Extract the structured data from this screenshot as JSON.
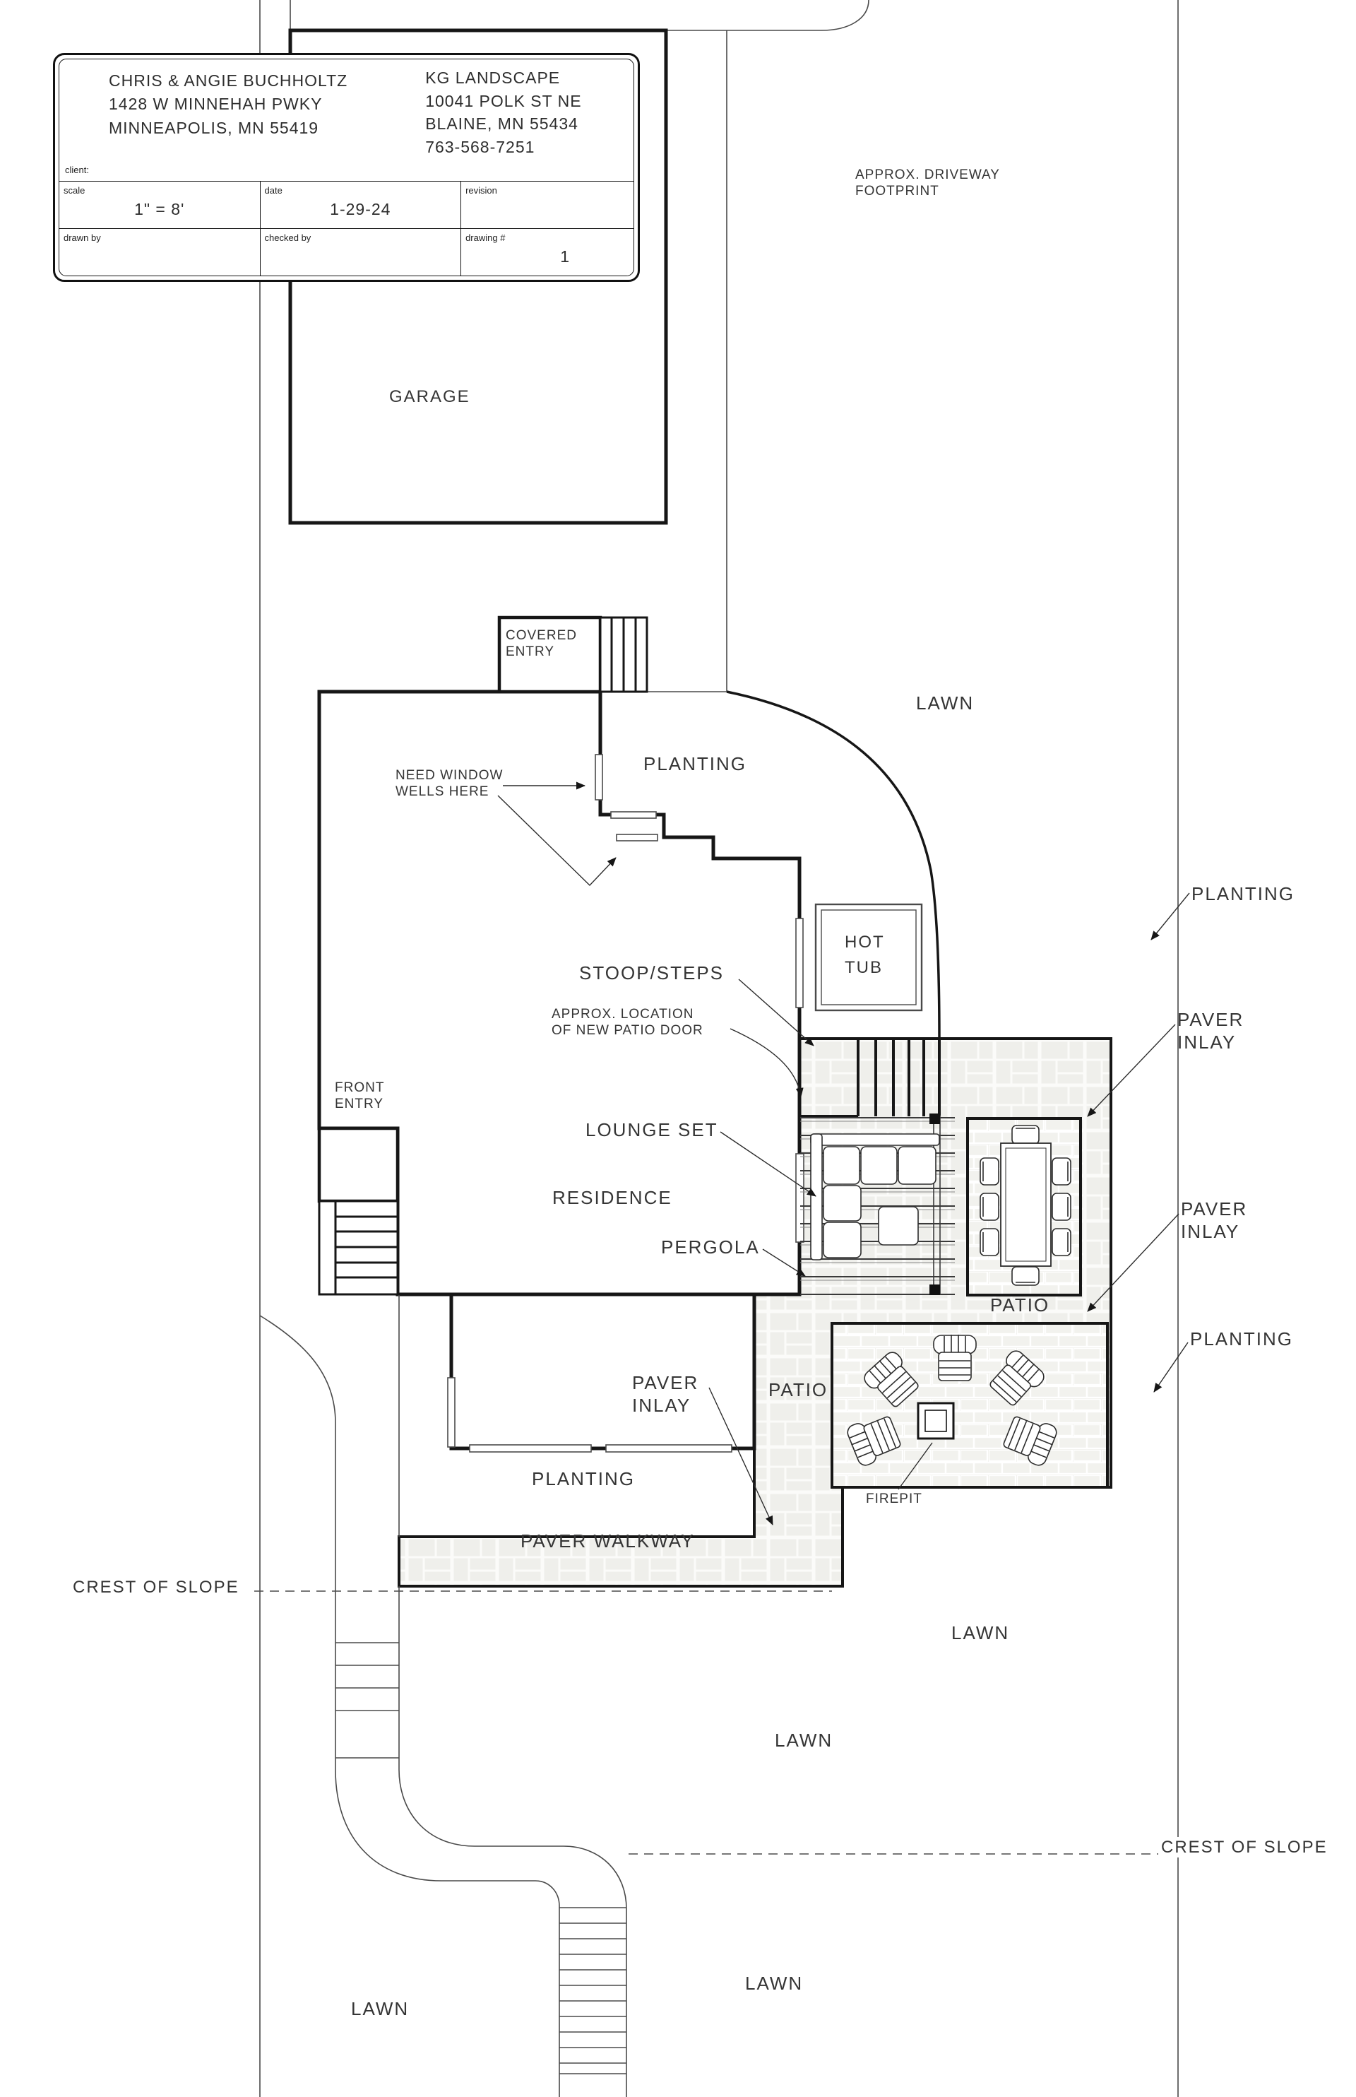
{
  "title_block": {
    "client_tag": "client:",
    "client_lines": "CHRIS & ANGIE BUCHHOLTZ\n1428 W MINNEHAH PWKY\nMINNEAPOLIS, MN 55419",
    "firm_lines": "KG LANDSCAPE\n10041 POLK ST NE\nBLAINE, MN 55434\n763-568-7251",
    "scale_tag": "scale",
    "scale_value": "1\" = 8'",
    "date_tag": "date",
    "date_value": "1-29-24",
    "revision_tag": "revision",
    "revision_value": "",
    "drawn_by_tag": "drawn by",
    "drawn_by_value": "",
    "checked_by_tag": "checked by",
    "checked_by_value": "",
    "drawing_no_tag": "drawing #",
    "drawing_no_value": "1"
  },
  "labels": {
    "driveway": {
      "text": "APPROX. DRIVEWAY\nFOOTPRINT"
    },
    "garage": {
      "text": "GARAGE"
    },
    "covered_entry": {
      "text": "COVERED\nENTRY"
    },
    "need_window": {
      "text": "NEED WINDOW\nWELLS HERE"
    },
    "planting_top": {
      "text": "PLANTING"
    },
    "lawn_a": {
      "text": "LAWN"
    },
    "hot_tub": {
      "text": "HOT\nTUB"
    },
    "stoop_steps": {
      "text": "STOOP/STEPS"
    },
    "patio_door": {
      "text": "APPROX. LOCATION\nOF NEW PATIO DOOR"
    },
    "planting_r1": {
      "text": "PLANTING"
    },
    "paver_inlay_1": {
      "text": "PAVER\nINLAY"
    },
    "front_entry": {
      "text": "FRONT\nENTRY"
    },
    "lounge_set": {
      "text": "LOUNGE SET"
    },
    "residence": {
      "text": "RESIDENCE"
    },
    "pergola": {
      "text": "PERGOLA"
    },
    "paver_inlay_2": {
      "text": "PAVER\nINLAY"
    },
    "planting_r2": {
      "text": "PLANTING"
    },
    "patio_right": {
      "text": "PATIO"
    },
    "patio_left": {
      "text": "PATIO"
    },
    "paver_inlay_c": {
      "text": "PAVER\nINLAY"
    },
    "firepit": {
      "text": "FIREPIT"
    },
    "planting_b": {
      "text": "PLANTING"
    },
    "paver_walkway": {
      "text": "PAVER WALKWAY"
    },
    "crest_1": {
      "text": "CREST OF SLOPE"
    },
    "crest_2": {
      "text": "CREST OF SLOPE"
    },
    "lawn_b": {
      "text": "LAWN"
    },
    "lawn_c": {
      "text": "LAWN"
    },
    "lawn_d": {
      "text": "LAWN"
    },
    "lawn_e": {
      "text": "LAWN"
    }
  },
  "colors": {
    "wall": "#161616",
    "thin_line": "#4a4a4a",
    "paver_field": "#eaeae6",
    "paver_stone": "#efefeb",
    "paver_joint": "#fbfbf9",
    "text": "#353535"
  }
}
